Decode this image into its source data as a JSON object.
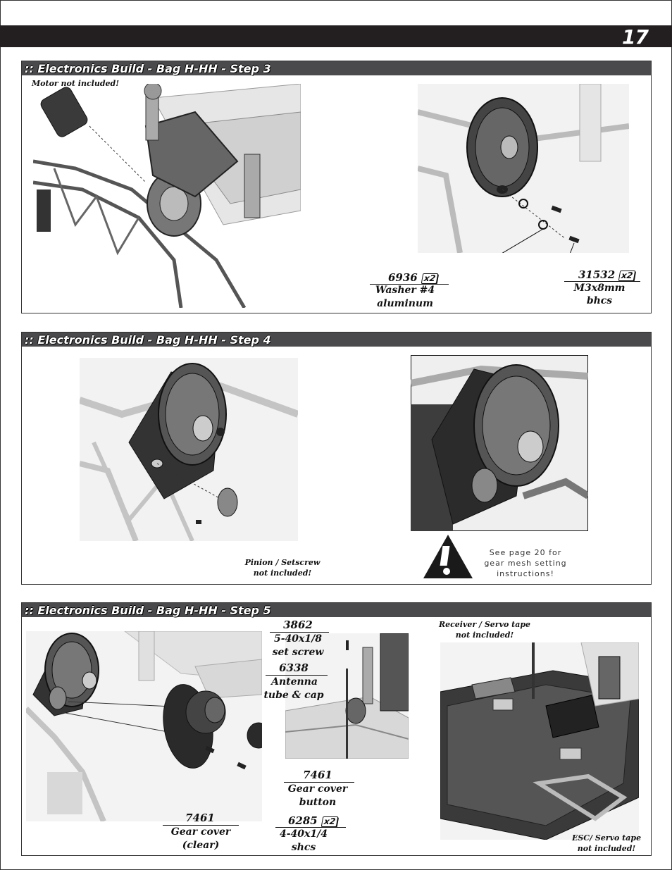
{
  "page": {
    "number": "17"
  },
  "step3": {
    "title": ":: Electronics Build - Bag H-HH - Step 3",
    "motor_note": "Motor not included!",
    "washer": {
      "part": "6936",
      "qty": "x2",
      "name_line1": "Washer #4",
      "name_line2": "aluminum"
    },
    "screw": {
      "part": "31532",
      "qty": "x2",
      "name_line1": "M3x8mm",
      "name_line2": "bhcs"
    }
  },
  "step4": {
    "title": ":: Electronics Build - Bag H-HH - Step 4",
    "pinion_note_line1": "Pinion / Setscrew",
    "pinion_note_line2": "not included!",
    "warning_line1": "See page 20 for",
    "warning_line2": "gear mesh setting",
    "warning_line3": "instructions!",
    "warning_icon": "exclamation-triangle-icon"
  },
  "step5": {
    "title": ":: Electronics Build - Bag H-HH - Step 5",
    "setscrew": {
      "part": "3862",
      "name_line1": "5-40x1/8",
      "name_line2": "set screw"
    },
    "antenna": {
      "part": "6338",
      "name_line1": "Antenna",
      "name_line2": "tube & cap"
    },
    "gear_button": {
      "part": "7461",
      "name_line1": "Gear cover",
      "name_line2": "button"
    },
    "gear_cover": {
      "part": "7461",
      "name_line1": "Gear cover",
      "name_line2": "(clear)"
    },
    "shcs": {
      "part": "6285",
      "qty": "x2",
      "name_line1": "4-40x1/4",
      "name_line2": "shcs"
    },
    "receiver_note_line1": "Receiver / Servo tape",
    "receiver_note_line2": "not included!",
    "esc_note_line1": "ESC/ Servo tape",
    "esc_note_line2": "not included!"
  }
}
